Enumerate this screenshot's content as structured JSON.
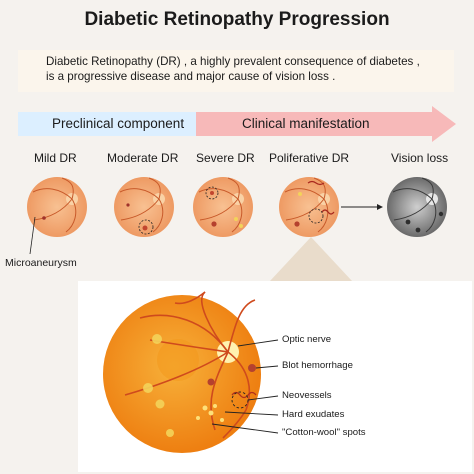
{
  "title": "Diabetic Retinopathy Progression",
  "description": {
    "line1": "Diabetic Retinopathy (DR) , a highly prevalent consequence of diabetes ,",
    "line2": "is a progressive disease and major cause of vision loss ."
  },
  "phases": {
    "preclinical": "Preclinical  component",
    "clinical": "Clinical manifestation"
  },
  "stages": [
    "Mild DR",
    "Moderate DR",
    "Severe DR",
    "Poliferative DR",
    "Vision loss"
  ],
  "microaneurysm_label": "Microaneurysm",
  "callouts": [
    "Optic nerve",
    "Blot hemorrhage",
    "Neovessels",
    "Hard exudates",
    "\"Cotton-wool\" spots"
  ],
  "colors": {
    "preclinical_band": "#dcefff",
    "clinical_band": "#f7b9b9",
    "retina": "#f4a36c",
    "retina_large": "#f39a2d",
    "vessel": "#c85a2a",
    "vision_loss": "#8a8a8a"
  }
}
